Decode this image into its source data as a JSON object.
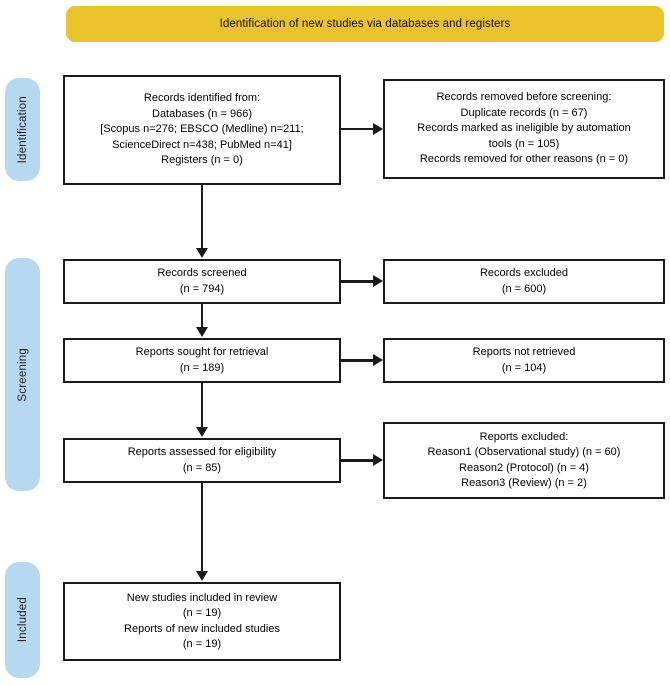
{
  "banner": {
    "title": "Identification of new studies via databases and registers",
    "color": "#e8c32e"
  },
  "stages": {
    "color": "#b8d7f0",
    "identification": "Identification",
    "screening": "Screening",
    "included": "Included"
  },
  "boxes": {
    "identified": "Records identified from:\nDatabases (n = 966)\n[Scopus n=276; EBSCO (Medline) n=211;\nScienceDirect n=438; PubMed n=41]\nRegisters (n = 0)",
    "removed": "Records removed before screening:\nDuplicate records (n = 67)\nRecords marked as ineligible by automation\ntools (n = 105)\nRecords removed for other reasons (n = 0)",
    "screened": "Records screened\n(n = 794)",
    "excluded": "Records excluded\n(n = 600)",
    "sought": "Reports sought for retrieval\n(n = 189)",
    "not_retrieved": "Reports not retrieved\n(n = 104)",
    "assessed": "Reports assessed for eligibility\n(n = 85)",
    "reports_excluded": "Reports excluded:\nReason1 (Observational study) (n = 60)\nReason2 (Protocol) (n = 4)\nReason3 (Review) (n = 2)",
    "new_included": "New studies included in review\n(n = 19)\nReports of new included studies\n(n = 19)"
  },
  "chart_data": {
    "type": "diagram",
    "title": "Identification of new studies via databases and registers",
    "nodes": [
      {
        "id": "identified",
        "stage": "Identification",
        "column": "left",
        "label": "Records identified from",
        "counts": {
          "Databases": 966,
          "Scopus": 276,
          "EBSCO (Medline)": 211,
          "ScienceDirect": 438,
          "PubMed": 41,
          "Registers": 0
        }
      },
      {
        "id": "removed",
        "stage": "Identification",
        "column": "right",
        "label": "Records removed before screening",
        "counts": {
          "Duplicate records": 67,
          "Records marked as ineligible by automation tools": 105,
          "Records removed for other reasons": 0
        }
      },
      {
        "id": "screened",
        "stage": "Screening",
        "column": "left",
        "label": "Records screened",
        "counts": {
          "n": 794
        }
      },
      {
        "id": "excluded",
        "stage": "Screening",
        "column": "right",
        "label": "Records excluded",
        "counts": {
          "n": 600
        }
      },
      {
        "id": "sought",
        "stage": "Screening",
        "column": "left",
        "label": "Reports sought for retrieval",
        "counts": {
          "n": 189
        }
      },
      {
        "id": "not_retrieved",
        "stage": "Screening",
        "column": "right",
        "label": "Reports not retrieved",
        "counts": {
          "n": 104
        }
      },
      {
        "id": "assessed",
        "stage": "Screening",
        "column": "left",
        "label": "Reports assessed for eligibility",
        "counts": {
          "n": 85
        }
      },
      {
        "id": "reports_excluded",
        "stage": "Screening",
        "column": "right",
        "label": "Reports excluded",
        "counts": {
          "Reason1 (Observational study)": 60,
          "Reason2 (Protocol)": 4,
          "Reason3 (Review)": 2
        }
      },
      {
        "id": "new_included",
        "stage": "Included",
        "column": "left",
        "label": "New studies included in review",
        "counts": {
          "New studies included in review": 19,
          "Reports of new included studies": 19
        }
      }
    ],
    "edges": [
      {
        "from": "identified",
        "to": "removed",
        "direction": "right"
      },
      {
        "from": "identified",
        "to": "screened",
        "direction": "down"
      },
      {
        "from": "screened",
        "to": "excluded",
        "direction": "right"
      },
      {
        "from": "screened",
        "to": "sought",
        "direction": "down"
      },
      {
        "from": "sought",
        "to": "not_retrieved",
        "direction": "right"
      },
      {
        "from": "sought",
        "to": "assessed",
        "direction": "down"
      },
      {
        "from": "assessed",
        "to": "reports_excluded",
        "direction": "right"
      },
      {
        "from": "assessed",
        "to": "new_included",
        "direction": "down"
      }
    ]
  }
}
